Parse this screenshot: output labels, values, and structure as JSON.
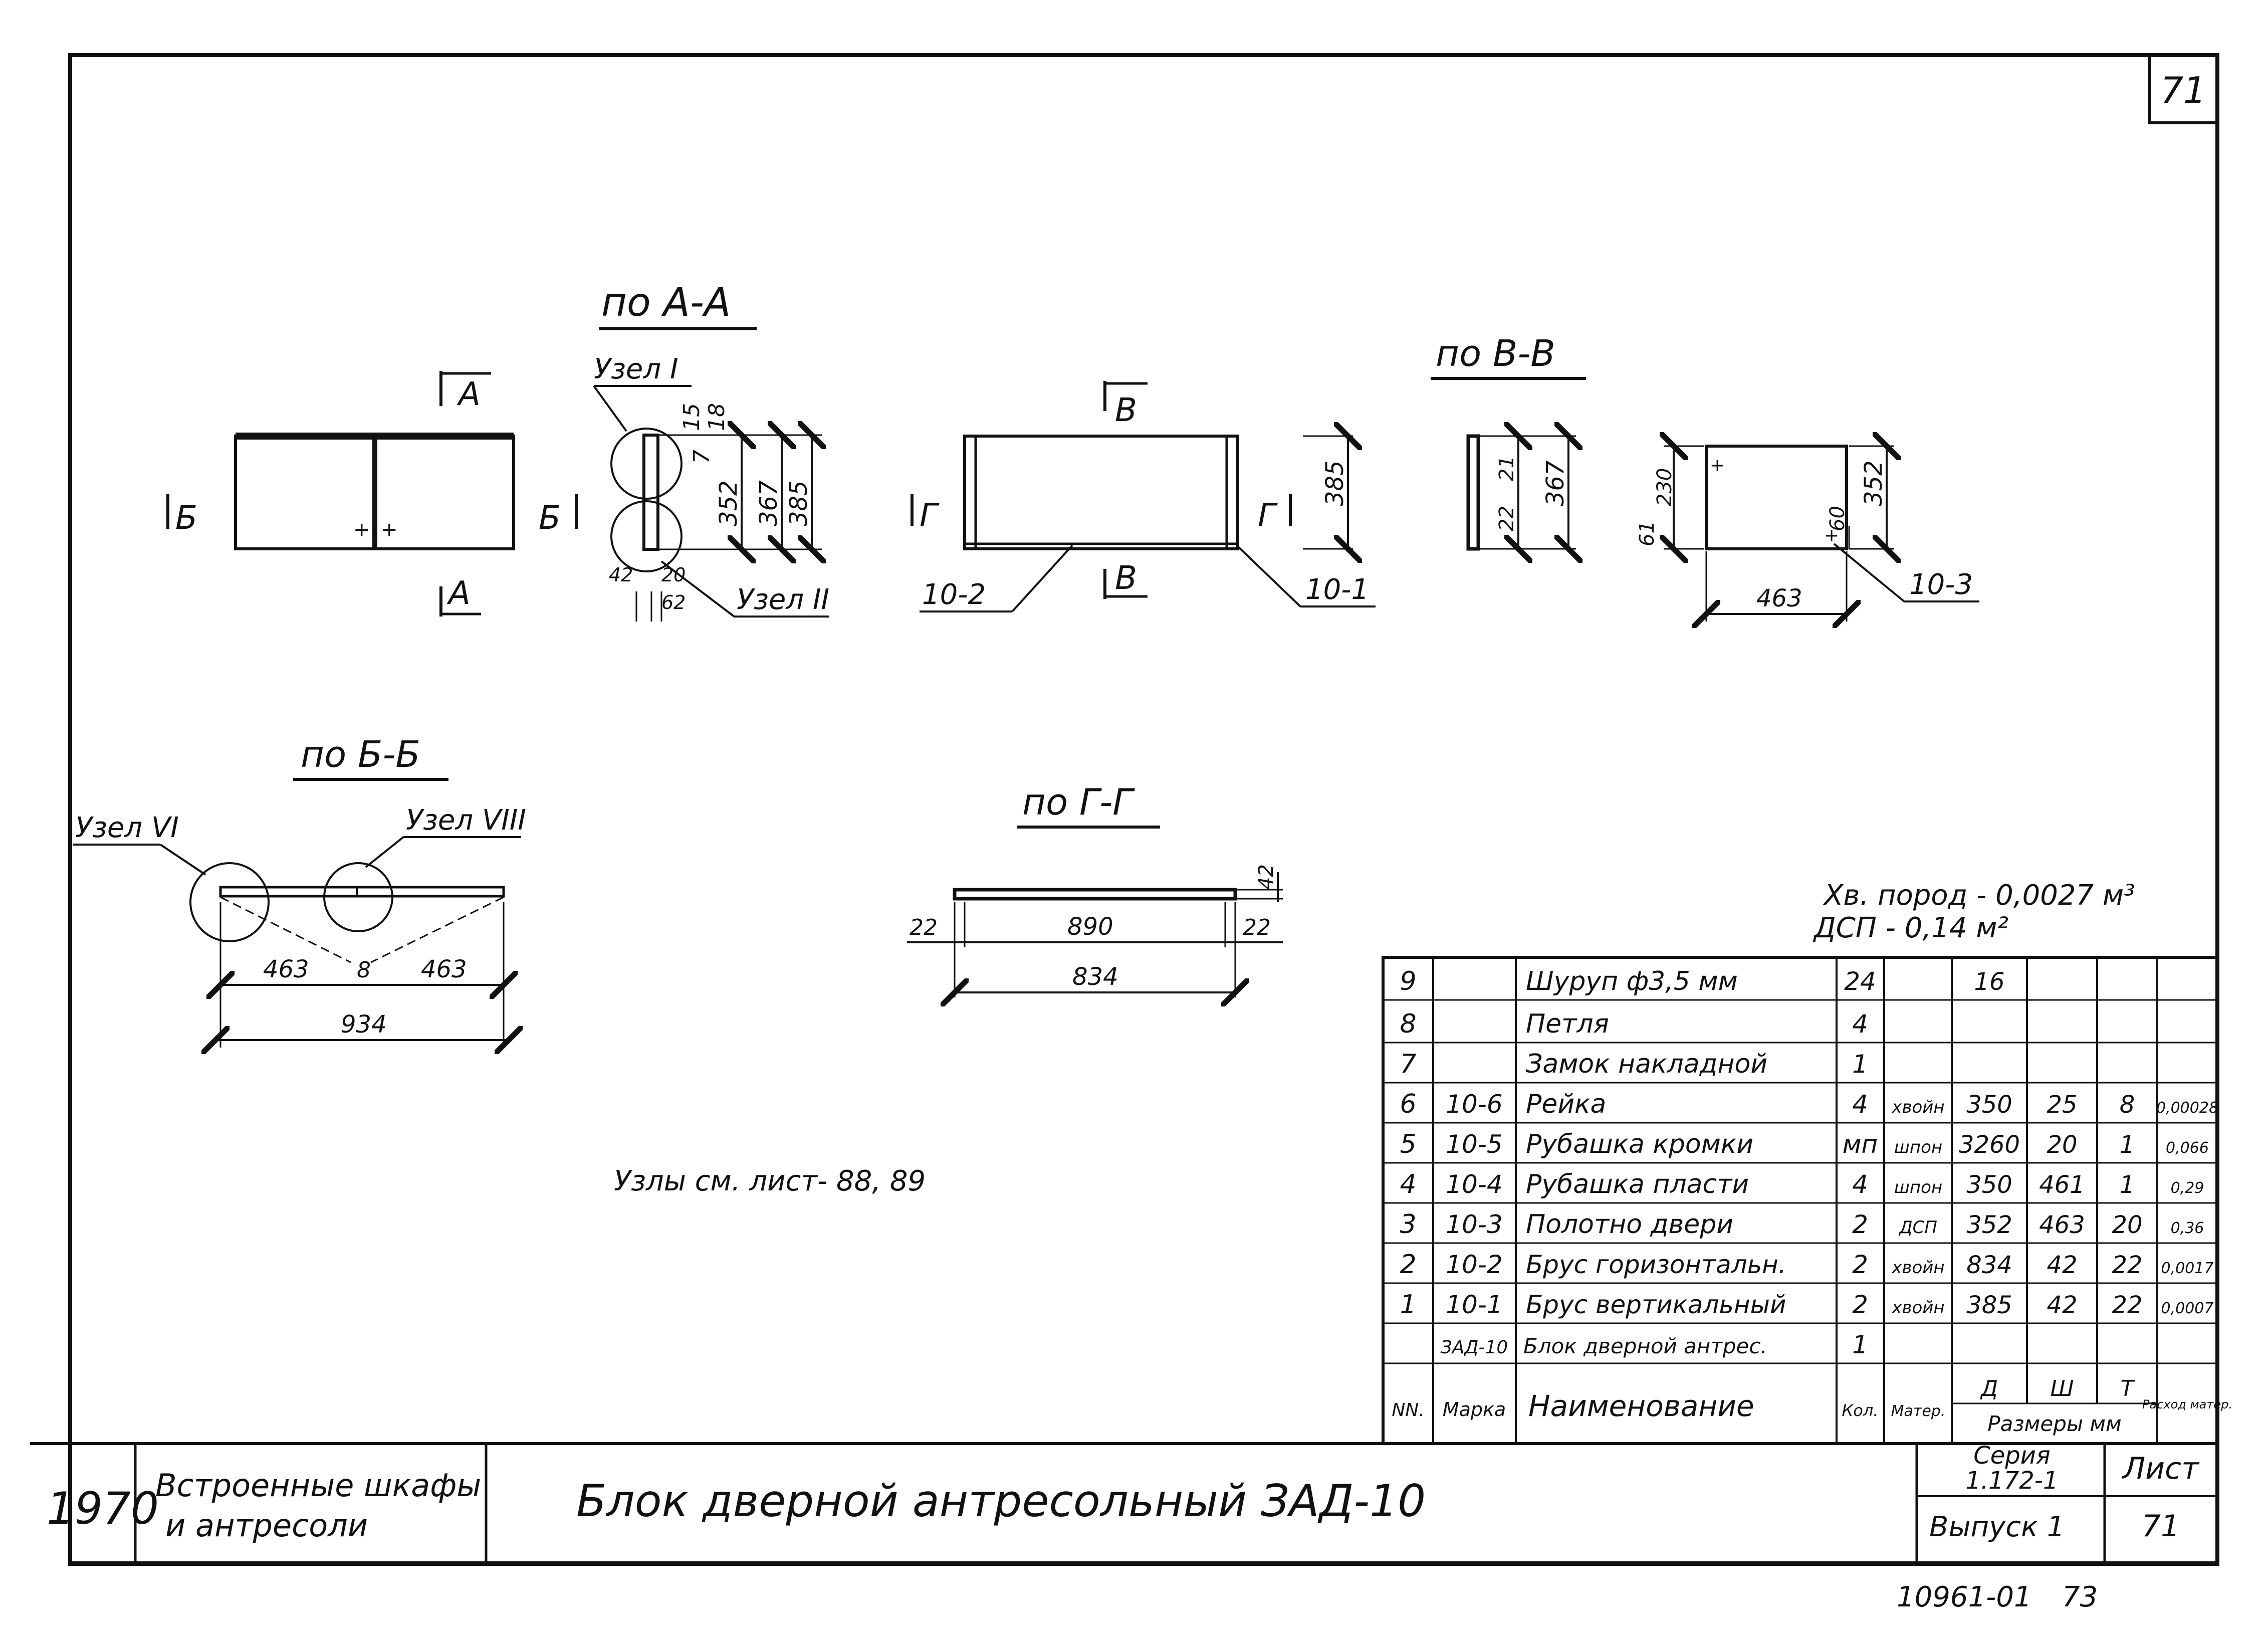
{
  "sheet_corner": "71",
  "views": {
    "aa_title": "по А-А",
    "vv_title": "по В-В",
    "bb_title": "по Б-Б",
    "gg_title": "по Г-Г"
  },
  "section_marks": {
    "a": "А",
    "b": "Б",
    "v": "В",
    "g": "Г"
  },
  "nodes": {
    "node1": "Узел I",
    "node2": "Узел II",
    "node6": "Узел VI",
    "node8": "Узел VIII"
  },
  "dims_aa": {
    "d15": "15",
    "d18": "18",
    "d7": "7",
    "d352": "352",
    "d367": "367",
    "d385": "385",
    "d42": "42",
    "d20": "20",
    "d62": "62"
  },
  "dims_frame": {
    "d385": "385",
    "l102": "10-2",
    "l101": "10-1"
  },
  "dims_vv": {
    "d21": "21",
    "d22": "22",
    "d367": "367"
  },
  "dims_panel": {
    "d61": "61",
    "d230": "230",
    "d60": "60",
    "d352": "352",
    "d463": "463",
    "l103": "10-3"
  },
  "dims_bb": {
    "d463a": "463",
    "d8": "8",
    "d463b": "463",
    "d934": "934"
  },
  "dims_gg": {
    "d42": "42",
    "d22a": "22",
    "d890": "890",
    "d22b": "22",
    "d834": "834"
  },
  "note": "Узлы см. лист- 88, 89",
  "materials": {
    "wood": "Хв. пород - 0,0027 м³",
    "dsp": "ДСП - 0,14 м²"
  },
  "spec": {
    "rows": [
      {
        "n": "9",
        "mark": "",
        "name": "Шуруп ф3,5 мм",
        "qty": "24",
        "mat": "",
        "d": "16",
        "w": "",
        "t": "",
        "cons": ""
      },
      {
        "n": "8",
        "mark": "",
        "name": "Петля",
        "qty": "4",
        "mat": "",
        "d": "",
        "w": "",
        "t": "",
        "cons": ""
      },
      {
        "n": "7",
        "mark": "",
        "name": "Замок накладной",
        "qty": "1",
        "mat": "",
        "d": "",
        "w": "",
        "t": "",
        "cons": ""
      },
      {
        "n": "6",
        "mark": "10-6",
        "name": "Рейка",
        "qty": "4",
        "mat": "хвойн",
        "d": "350",
        "w": "25",
        "t": "8",
        "cons": "0,00028"
      },
      {
        "n": "5",
        "mark": "10-5",
        "name": "Рубашка кромки",
        "qty": "мп",
        "mat": "шпон",
        "d": "3260",
        "w": "20",
        "t": "1",
        "cons": "0,066"
      },
      {
        "n": "4",
        "mark": "10-4",
        "name": "Рубашка пласти",
        "qty": "4",
        "mat": "шпон",
        "d": "350",
        "w": "461",
        "t": "1",
        "cons": "0,29"
      },
      {
        "n": "3",
        "mark": "10-3",
        "name": "Полотно двери",
        "qty": "2",
        "mat": "ДСП",
        "d": "352",
        "w": "463",
        "t": "20",
        "cons": "0,36"
      },
      {
        "n": "2",
        "mark": "10-2",
        "name": "Брус горизонтальн.",
        "qty": "2",
        "mat": "хвойн",
        "d": "834",
        "w": "42",
        "t": "22",
        "cons": "0,0017"
      },
      {
        "n": "1",
        "mark": "10-1",
        "name": "Брус вертикальный",
        "qty": "2",
        "mat": "хвойн",
        "d": "385",
        "w": "42",
        "t": "22",
        "cons": "0,0007"
      },
      {
        "n": "",
        "mark": "ЗАД-10",
        "name": "Блок дверной антрес.",
        "qty": "1",
        "mat": "",
        "d": "",
        "w": "",
        "t": "",
        "cons": ""
      }
    ],
    "header": {
      "nn": "NN.",
      "mark": "Марка",
      "name": "Наименование",
      "qty": "Кол.",
      "mat": "Матер.",
      "d": "Д",
      "w": "Ш",
      "t": "Т",
      "sizes": "Размеры мм",
      "cons": "Расход матер."
    }
  },
  "title_block": {
    "year": "1970",
    "category_line1": "Встроенные шкафы",
    "category_line2": "и антресоли",
    "title": "Блок дверной антресольный ЗАД-10",
    "series_label": "Серия",
    "series_value": "1.172-1",
    "issue": "Выпуск 1",
    "sheet_label": "Лист",
    "sheet_value": "71"
  },
  "archive_number": "10961-01",
  "page_number": "73"
}
